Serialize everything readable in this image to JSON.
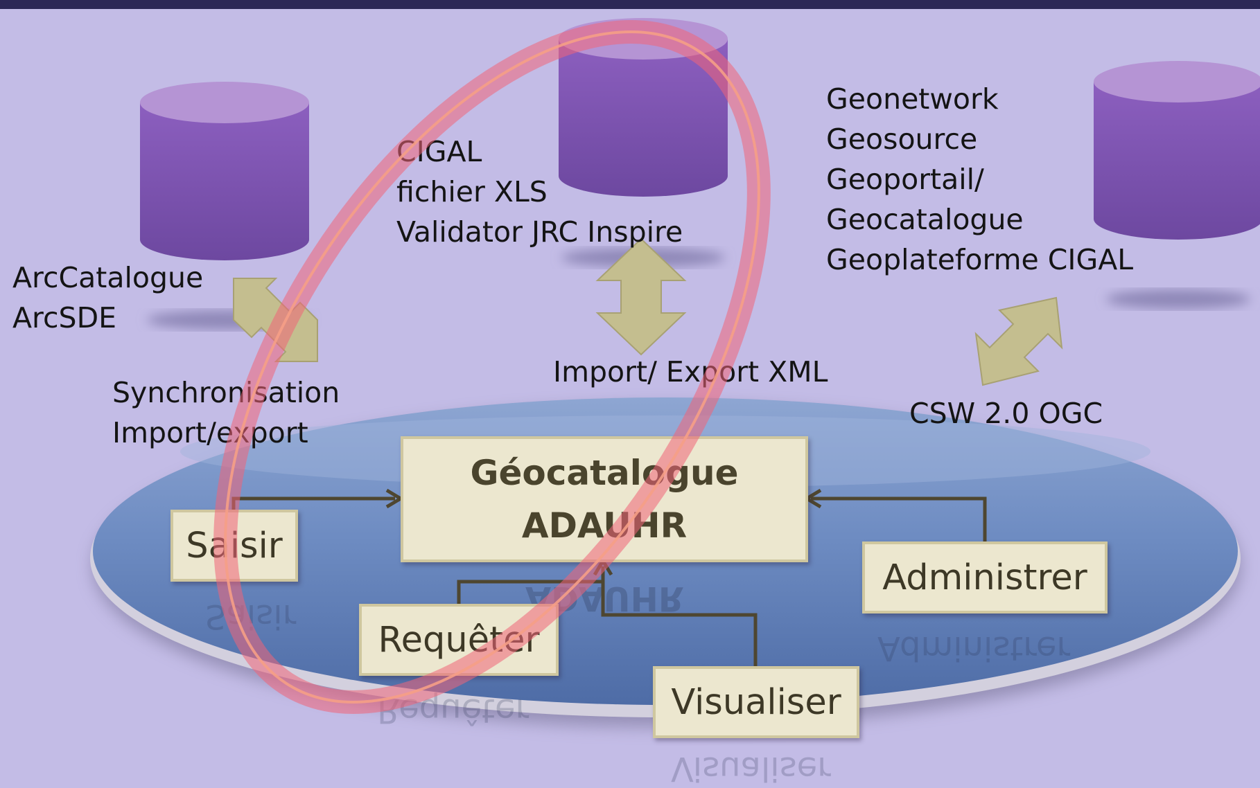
{
  "databases": {
    "arc": {
      "lines": [
        "ArcCatalogue",
        "ArcSDE"
      ]
    },
    "cigal": {
      "lines": [
        "CIGAL",
        "fichier XLS",
        "Validator JRC Inspire"
      ]
    },
    "geonetwork": {
      "lines": [
        "Geonetwork",
        "Geosource",
        "Geoportail/",
        "Geocatalogue",
        "Geoplateforme CIGAL"
      ]
    }
  },
  "links": {
    "sync": {
      "lines": [
        "Synchronisation",
        "Import/export"
      ]
    },
    "xml": {
      "label": "Import/ Export XML"
    },
    "csw": {
      "label": "CSW 2.0 OGC"
    }
  },
  "center": {
    "line1": "Géocatalogue",
    "line2": "ADAUHR"
  },
  "actions": {
    "saisir": "Saisir",
    "requeter": "Requêter",
    "visualiser": "Visualiser",
    "administrer": "Administrer"
  },
  "colors": {
    "background": "#c3bce6",
    "topbar": "#2c2856",
    "cylinder": "#7e55b2",
    "arrow": "#c4be8f",
    "box": "#ece7cf",
    "connector": "#4e4630",
    "highlight_ellipse": "#f06478"
  }
}
